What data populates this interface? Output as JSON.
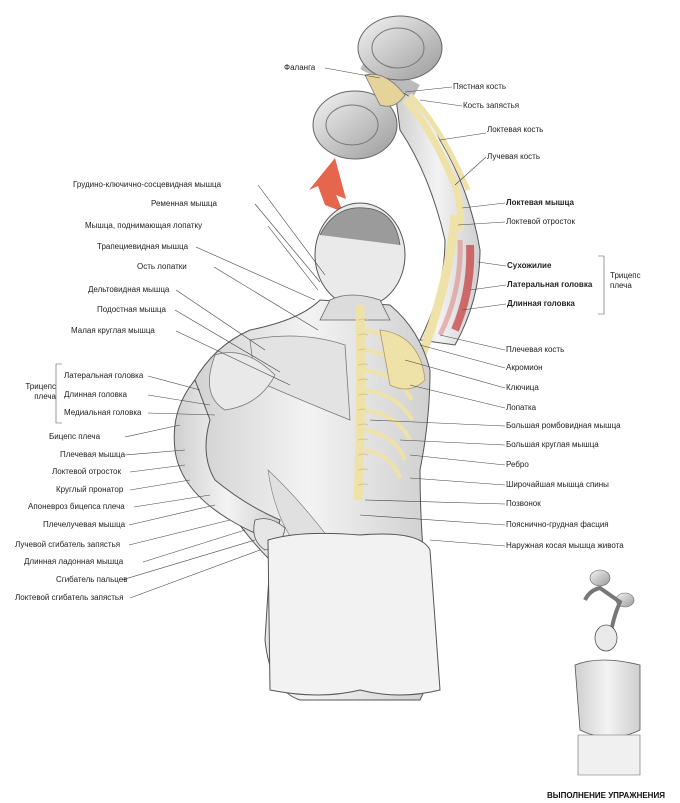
{
  "labels": {
    "falanga": "Фаланга",
    "pyastnaya": "Пястная кость",
    "zapyastya": "Кость запястья",
    "loktevaya_kost": "Локтевая кость",
    "luchevaya_kost": "Лучевая кость",
    "loktevaya_myshca": "Локтевая мышца",
    "loktevoy_otrostok_r": "Локтевой отросток",
    "suhozhilie": "Сухожилие",
    "lateral_r": "Латеральная головка",
    "dlinnaya_r": "Длинная головка",
    "triceps_r": "Трицепс плеча",
    "plechevaya_kost": "Плечевая кость",
    "akromion": "Акромион",
    "klyuchica": "Ключица",
    "lopatka": "Лопатка",
    "romb": "Большая ромбовидная мышца",
    "bolshaya_kruglaya": "Большая круглая мышца",
    "rebro": "Ребро",
    "shirochayshaya": "Широчайшая мышца спины",
    "pozvonok": "Позвонок",
    "poyasnichno": "Пояснично-грудная фасция",
    "kosaya": "Наружная косая мышца живота",
    "grudino": "Грудино-ключично-сосцевидная мышца",
    "remennaya": "Ременная мышца",
    "podnimayushaya": "Мышца, поднимающая лопатку",
    "trapecievidnaya": "Трапециевидная мышца",
    "ost_lopatki": "Ость лопатки",
    "deltovidnaya": "Дельтовидная мышца",
    "podostnaya": "Подостная мышца",
    "malaya_kruglaya": "Малая круглая мышца",
    "triceps_l": "Трицепс плеча",
    "lateral_l": "Латеральная головка",
    "dlinnaya_l": "Длинная головка",
    "medial_l": "Медиальная головка",
    "biceps": "Бицепс плеча",
    "plechevaya_myshca": "Плечевая мышца",
    "loktevoy_otrostok_l": "Локтевой отросток",
    "pronator": "Круглый пронатор",
    "aponevroz": "Апоневроз бицепса плеча",
    "plecheluchevaya": "Плечелучевая мышца",
    "luchevoy_sgibatel": "Лучевой сгибатель запястья",
    "dlinnaya_ladonnaya": "Длинная ладонная мышца",
    "sgibatel_palcev": "Сгибатель пальцев",
    "loktevoy_sgibatel": "Локтевой сгибатель запястья"
  },
  "caption": "ВЫПОЛНЕНИЕ УПРАЖНЕНИЯ",
  "colors": {
    "bone": "#efe2a8",
    "muscle_highlight": "#c7383b",
    "arrow": "#e2553a",
    "line": "#444444",
    "skin_shade": "#d8d8d8"
  }
}
